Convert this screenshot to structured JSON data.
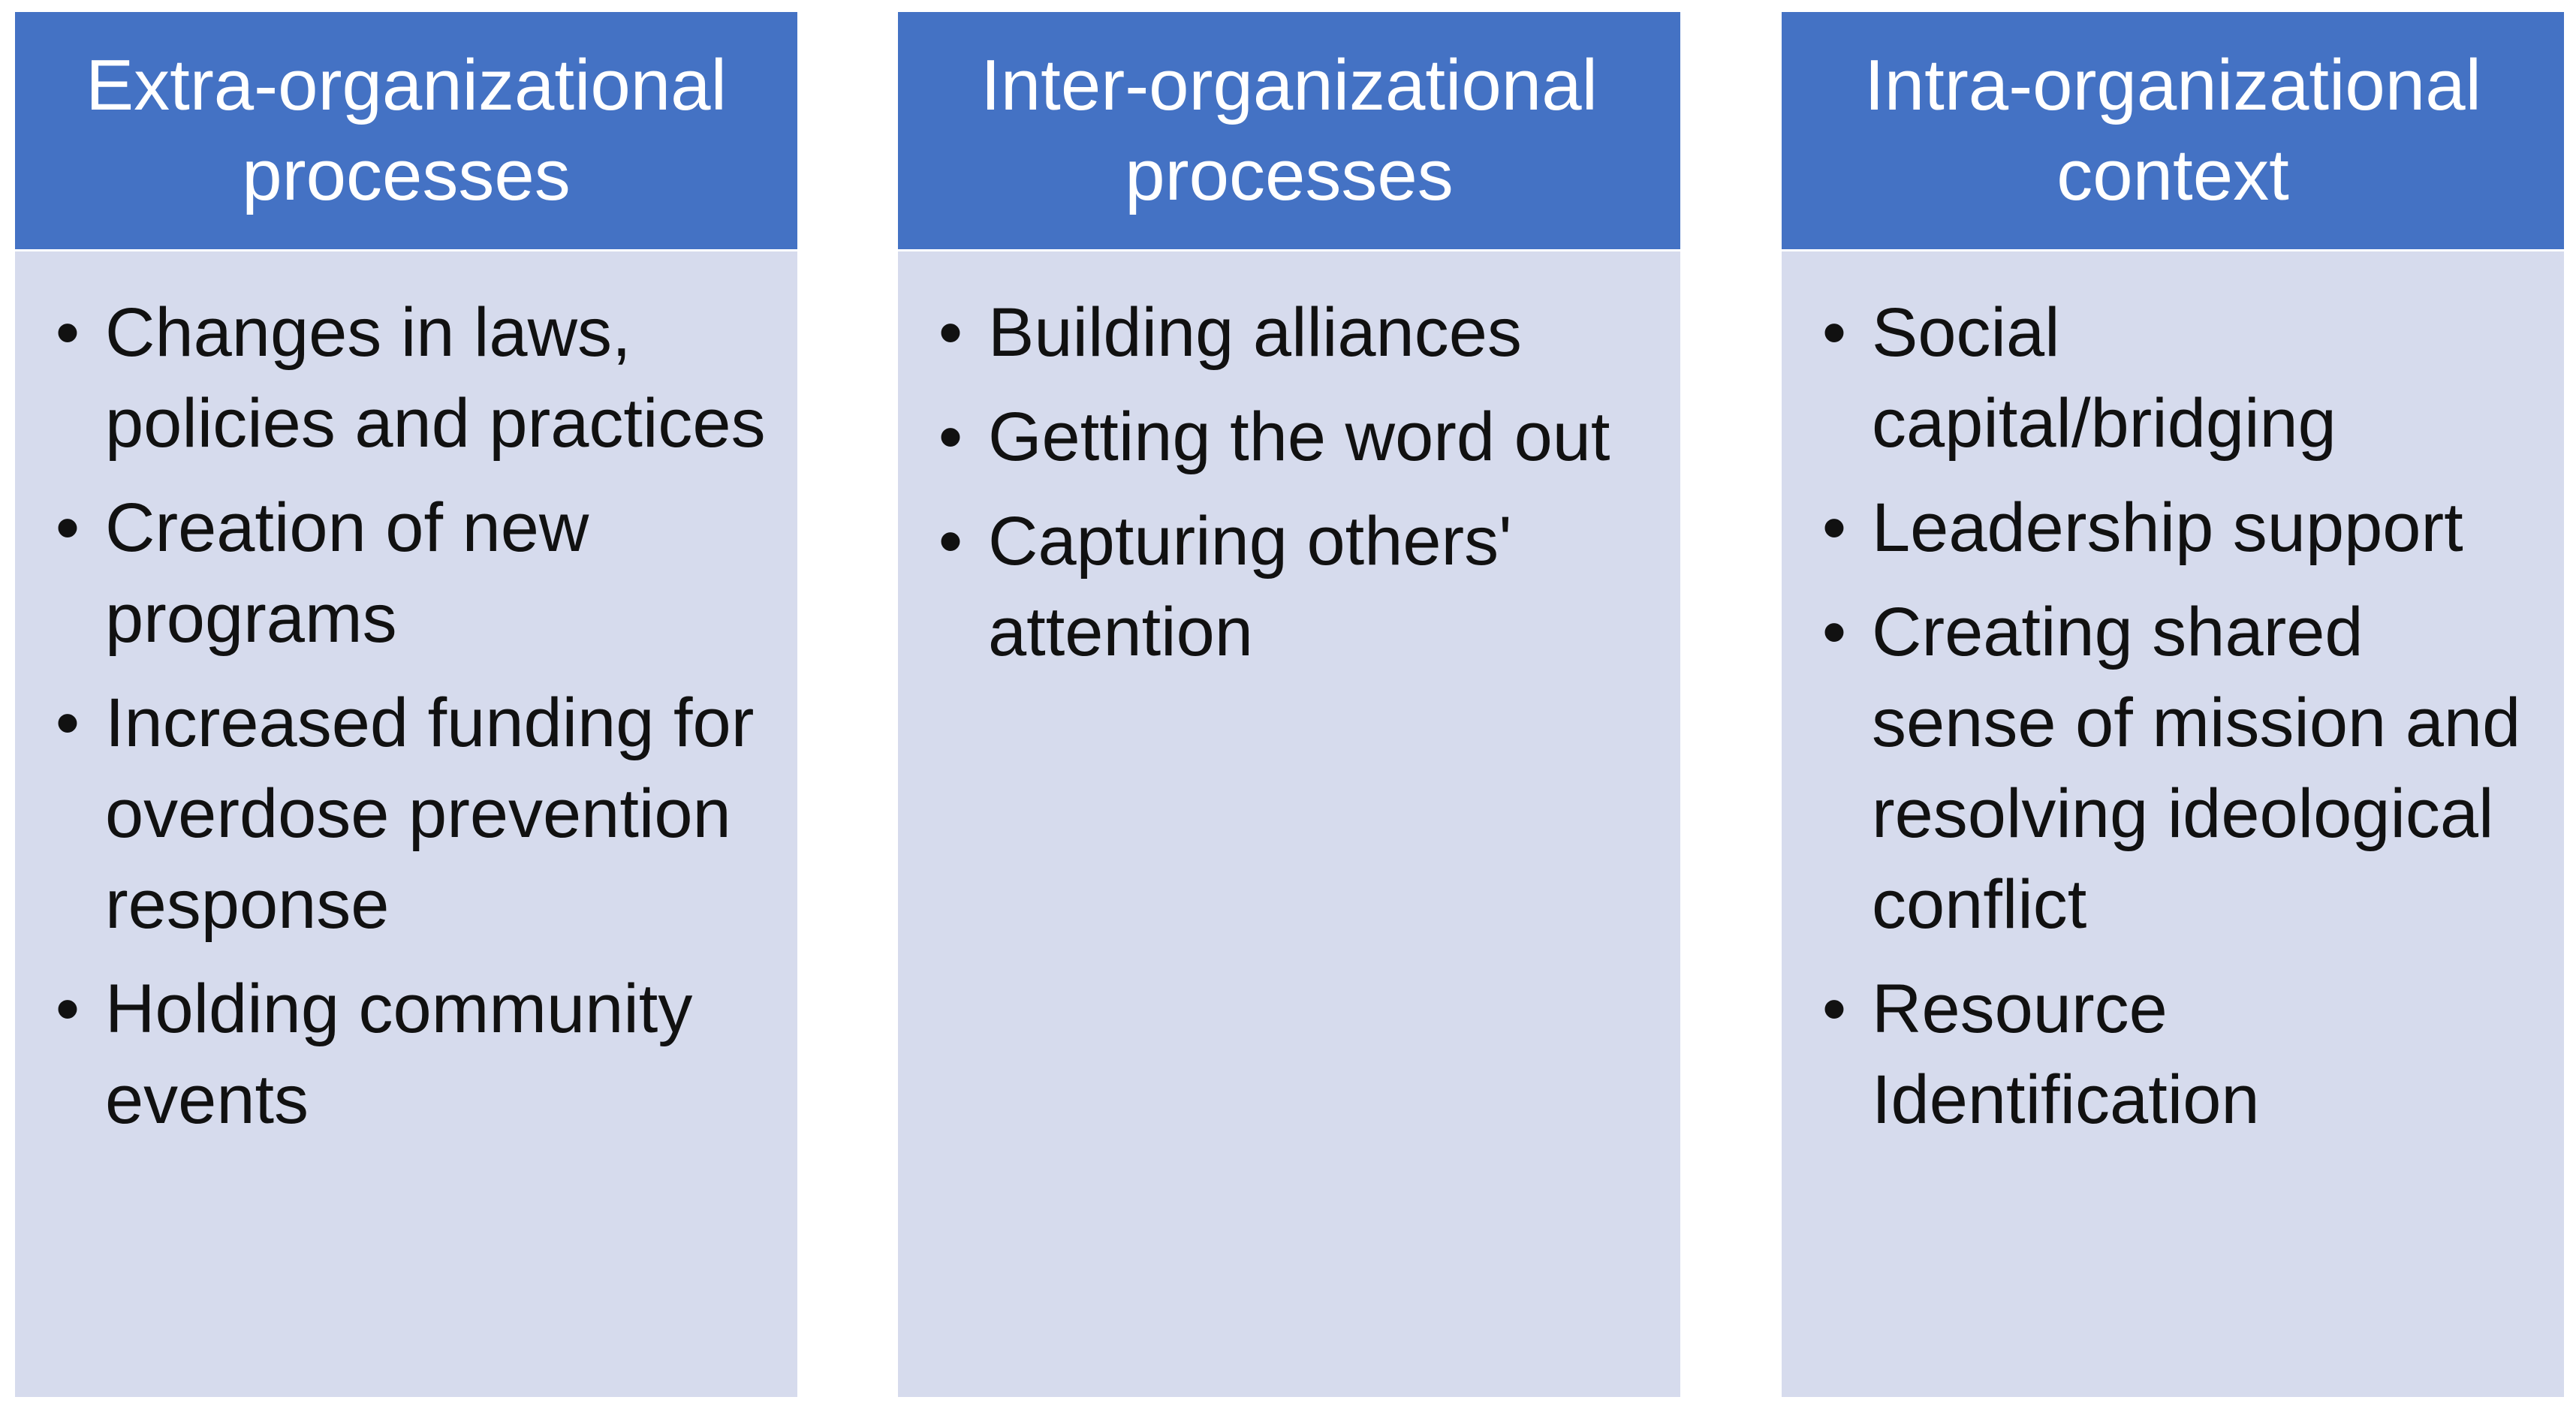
{
  "colors": {
    "header_bg": "#4472c4",
    "body_bg": "#d6dbed",
    "header_text": "#ffffff",
    "body_text": "#111111"
  },
  "columns": [
    {
      "header": "Extra-organizational processes",
      "items": [
        "Changes in laws, policies and practices",
        "Creation of new programs",
        "Increased funding for overdose prevention response",
        "Holding community events"
      ]
    },
    {
      "header": "Inter-organizational processes",
      "items": [
        "Building alliances",
        "Getting the word out",
        "Capturing others' attention"
      ]
    },
    {
      "header": "Intra-organizational context",
      "items": [
        "Social capital/bridging",
        "Leadership support",
        "Creating shared sense of mission and resolving ideological conflict",
        "Resource Identification"
      ]
    }
  ]
}
